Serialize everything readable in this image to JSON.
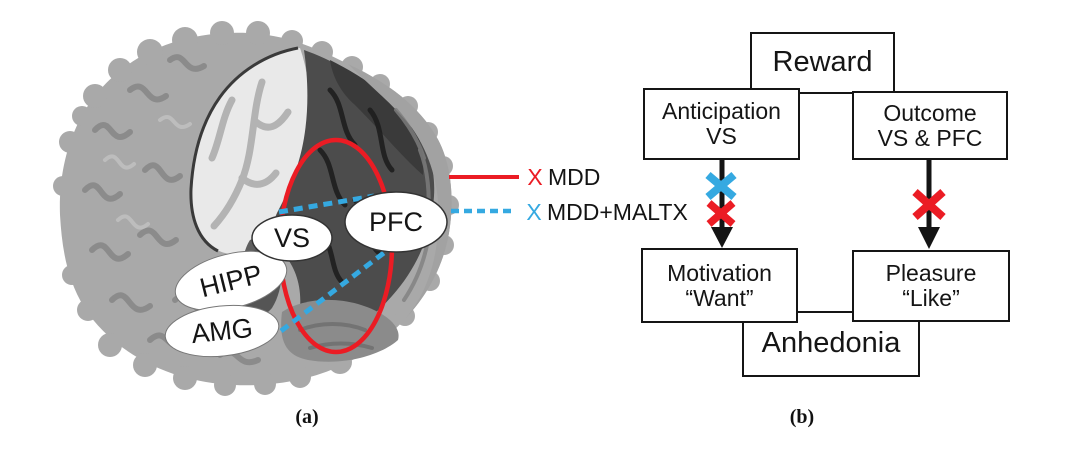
{
  "panel_a": {
    "caption": "(a)",
    "brain_labels": {
      "vs": "VS",
      "hipp": "HIPP",
      "amg": "AMG",
      "pfc": "PFC"
    },
    "legend": {
      "mdd": {
        "marker": "X",
        "label": "MDD",
        "line_style": "solid",
        "color": "#EB1C24"
      },
      "mdd_maltx": {
        "marker": "X",
        "label": "MDD+MALTX",
        "line_style": "dashed",
        "color": "#35A9E1"
      }
    }
  },
  "panel_b": {
    "caption": "(b)",
    "boxes": {
      "reward": {
        "line1": "Reward"
      },
      "anticipation": {
        "line1": "Anticipation",
        "line2": "VS"
      },
      "outcome": {
        "line1": "Outcome",
        "line2": "VS & PFC"
      },
      "motivation": {
        "line1": "Motivation",
        "line2": "“Want”"
      },
      "pleasure": {
        "line1": "Pleasure",
        "line2": "“Like”"
      },
      "anhedonia": {
        "line1": "Anhedonia"
      }
    },
    "arrows": {
      "anticipation_to_motivation": {
        "crosses": [
          "blue",
          "red"
        ]
      },
      "outcome_to_pleasure": {
        "crosses": [
          "red"
        ]
      }
    }
  },
  "colors": {
    "mdd_red": "#EB1C24",
    "maltx_blue": "#35A9E1",
    "arrow_black": "#141414"
  }
}
